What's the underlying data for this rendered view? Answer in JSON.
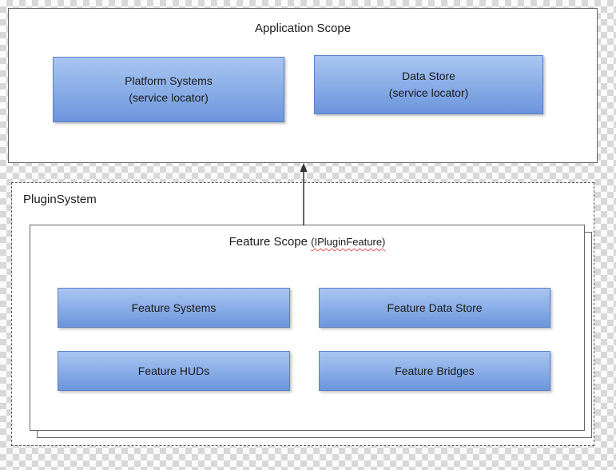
{
  "application_scope": {
    "title": "Application Scope",
    "platform_systems": {
      "line1": "Platform Systems",
      "line2": "(service locator)"
    },
    "data_store": {
      "line1": "Data Store",
      "line2": "(service locator)"
    }
  },
  "plugin_system": {
    "label": "PluginSystem",
    "feature_scope": {
      "title": "Feature Scope",
      "annotation": "(IPluginFeature)",
      "feature_systems": "Feature Systems",
      "feature_data_store": "Feature Data Store",
      "feature_huds": "Feature HUDs",
      "feature_bridges": "Feature Bridges"
    }
  },
  "colors": {
    "node_fill_top": "#a9c6f2",
    "node_fill_bottom": "#6c95dc",
    "node_border": "#5a80c2",
    "spellcheck_underline": "#e05252",
    "connector": "#333333"
  }
}
